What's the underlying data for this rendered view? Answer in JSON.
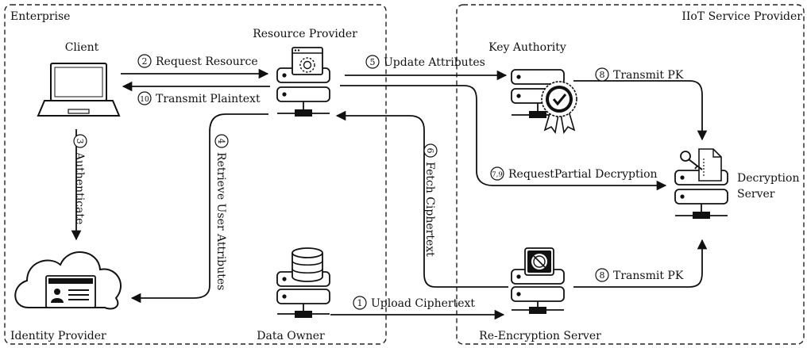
{
  "regions": {
    "enterprise": "Enterprise",
    "iiot": "IIoT Service Provider"
  },
  "nodes": {
    "client": "Client",
    "resource_provider": "Resource Provider",
    "key_authority": "Key Authority",
    "decryption_server": [
      "Decryption",
      "Server"
    ],
    "identity_provider": "Identity Provider",
    "data_owner": "Data Owner",
    "re_encryption_server": "Re-Encryption Server"
  },
  "steps": [
    {
      "num": "2",
      "text": "Request Resource"
    },
    {
      "num": "10",
      "text": "Transmit Plaintext"
    },
    {
      "num": "5",
      "text": "Update Attributes"
    },
    {
      "num": "8",
      "text": "Transmit PK"
    },
    {
      "num": "3",
      "text": "Authenticate"
    },
    {
      "num": "4",
      "text": "Retrieve User Attributes"
    },
    {
      "num": "6",
      "text": "Fetch Ciphertext"
    },
    {
      "num": "7,9",
      "text": "RequestPartial Decryption"
    },
    {
      "num": "8",
      "text": "Transmit PK"
    },
    {
      "num": "1",
      "text": "Upload Ciphertext"
    }
  ]
}
